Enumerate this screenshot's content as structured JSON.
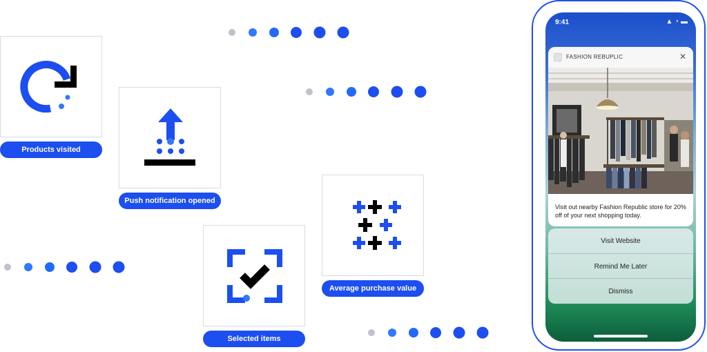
{
  "colors": {
    "accent": "#1c4ef0",
    "light_accent": "#3b82f6",
    "dot_gray": "#c0c1cc",
    "black": "#000000"
  },
  "cards": [
    {
      "icon": "refresh-icon",
      "label": "Products visited"
    },
    {
      "icon": "upload-arrow-icon",
      "label": "Push notification opened"
    },
    {
      "icon": "checkmark-frame-icon",
      "label": "Selected items"
    },
    {
      "icon": "plus-grid-icon",
      "label": "Average purchase value"
    }
  ],
  "phone": {
    "status": {
      "time": "9:41",
      "icons": "▲ ◔ ▬"
    },
    "notification": {
      "app_name": "FASHION REBUPLIC",
      "close": "✕",
      "message": "Visit out nearby Fashion Republic store for 20% off of your next shopping today."
    },
    "actions": [
      "Visit Website",
      "Remind Me Later",
      "Dismiss"
    ]
  }
}
